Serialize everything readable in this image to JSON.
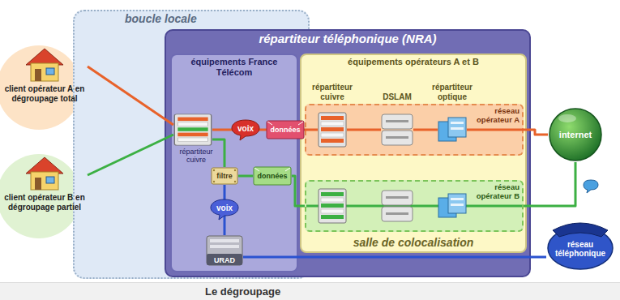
{
  "diagram": {
    "caption": "Le dégroupage",
    "nodes": [
      {
        "text": [
          "client opérateur A en dégroupage total"
        ]
      },
      {
        "text": [
          "client opérateur B en dégroupage partiel"
        ]
      },
      {
        "text": [
          "boucle locale"
        ]
      },
      {
        "text": [
          "répartiteur téléphonique (NRA)"
        ]
      },
      {
        "text": [
          "équipements France Télécom"
        ],
        "in": 3
      },
      {
        "text": [
          "répartiteur cuivre"
        ],
        "in": 4
      },
      {
        "text": [
          "voix"
        ],
        "in": 4
      },
      {
        "text": [
          "données"
        ],
        "in": 4
      },
      {
        "text": [
          "filtre"
        ],
        "in": 4
      },
      {
        "text": [
          "données"
        ],
        "in": 4
      },
      {
        "text": [
          "voix"
        ],
        "in": 4
      },
      {
        "text": [
          "URAD"
        ],
        "in": 4
      },
      {
        "text": [
          "équipements opérateurs A et B",
          "salle de colocalisation"
        ],
        "in": 3
      },
      {
        "text": [
          "réseau opérateur A"
        ],
        "in": 12
      },
      {
        "text": [
          "répartiteur cuivre"
        ],
        "in": 13
      },
      {
        "text": [
          "DSLAM"
        ],
        "in": 13
      },
      {
        "text": [
          "répartiteur optique"
        ],
        "in": 13
      },
      {
        "text": [
          "réseau opérateur B"
        ],
        "in": 12
      },
      {
        "text": [
          "internet"
        ]
      },
      {
        "text": [
          "réseau téléphonique"
        ]
      }
    ],
    "edges": [
      {
        "from": 0,
        "to": 5,
        "arrow": "none"
      },
      {
        "from": 1,
        "to": 5,
        "arrow": "none"
      },
      {
        "from": 5,
        "to": 14,
        "arrow": "none"
      },
      {
        "from": 14,
        "to": 15,
        "arrow": "none"
      },
      {
        "from": 15,
        "to": 16,
        "arrow": "none"
      },
      {
        "from": 16,
        "to": 18,
        "arrow": "none"
      },
      {
        "from": 5,
        "to": 8,
        "arrow": "none"
      },
      {
        "from": 8,
        "to": 9,
        "arrow": "none"
      },
      {
        "from": 9,
        "to": 17,
        "arrow": "none"
      },
      {
        "from": 17,
        "to": 18,
        "arrow": "none"
      },
      {
        "from": 8,
        "to": 11,
        "arrow": "none"
      },
      {
        "from": 11,
        "to": 19,
        "arrow": "none"
      }
    ]
  }
}
